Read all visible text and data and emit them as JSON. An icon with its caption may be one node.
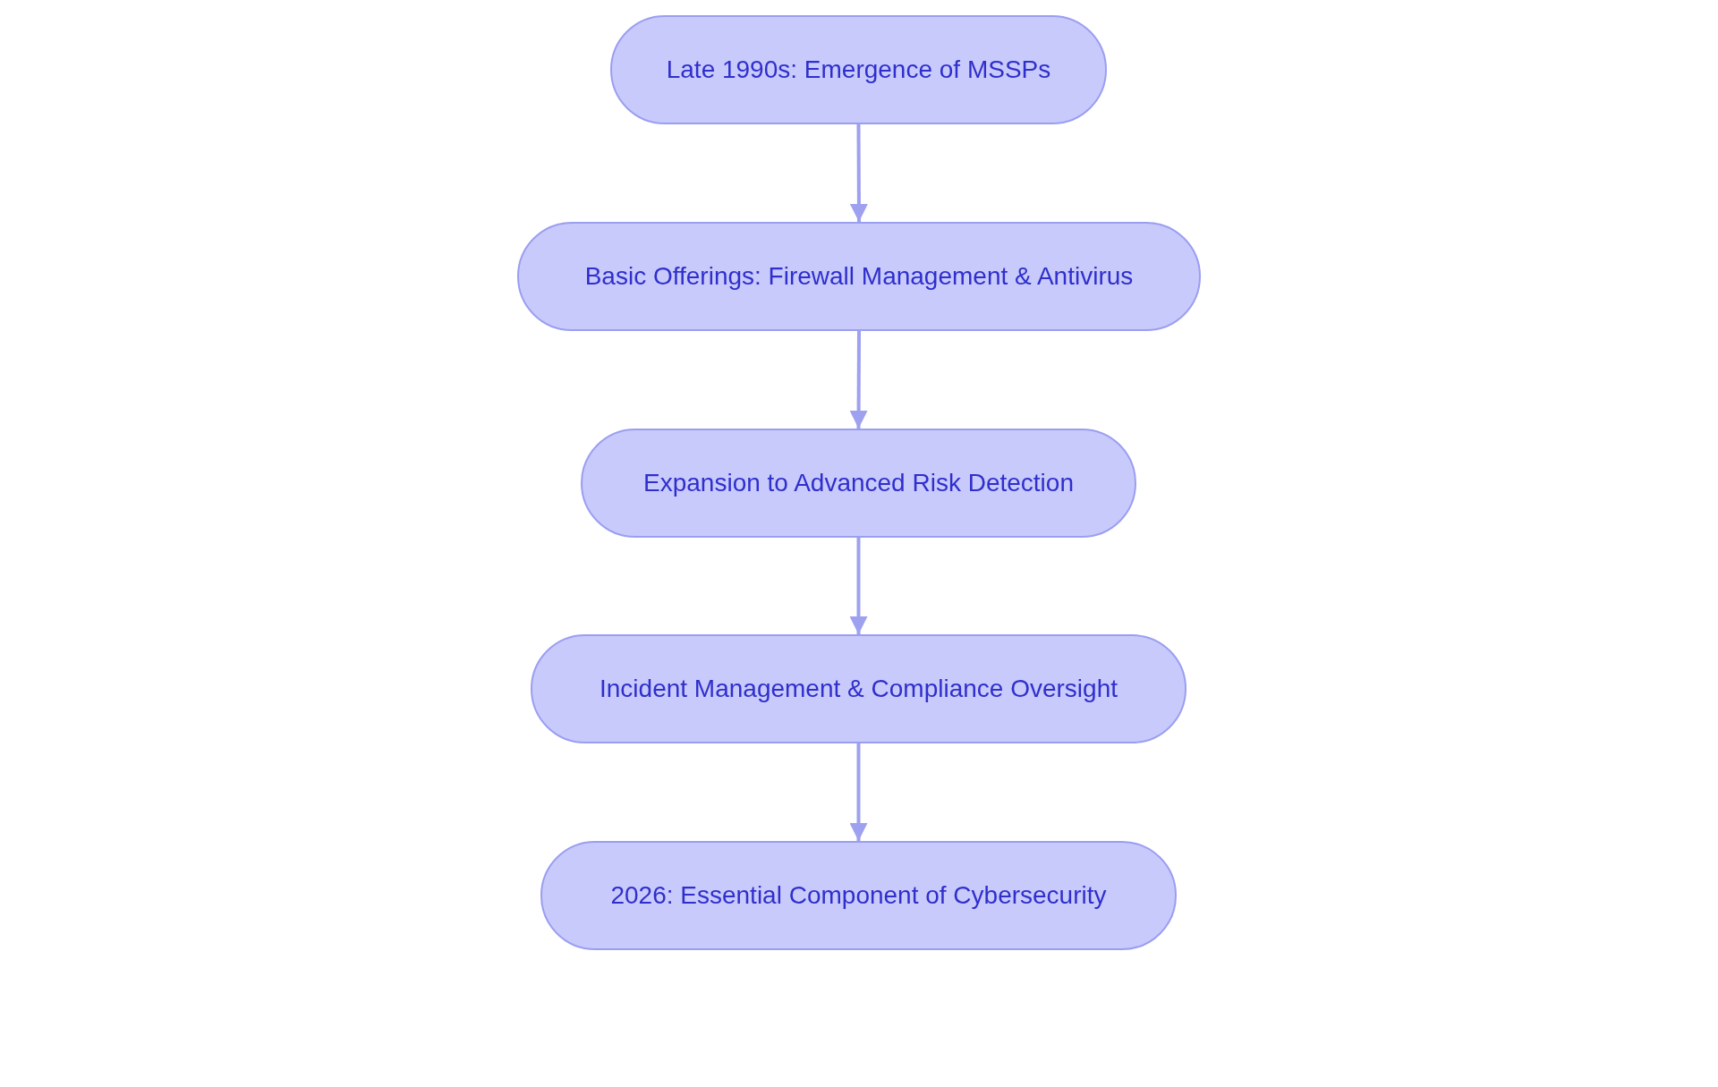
{
  "diagram": {
    "nodes": [
      {
        "text": [
          "Late 1990s: Emergence of MSSPs"
        ]
      },
      {
        "text": [
          "Basic Offerings: Firewall Management & Antivirus"
        ]
      },
      {
        "text": [
          "Expansion to Advanced Risk Detection"
        ]
      },
      {
        "text": [
          "Incident Management & Compliance Oversight"
        ]
      },
      {
        "text": [
          "2026: Essential Component of Cybersecurity"
        ]
      }
    ],
    "edges": [
      {
        "from": 0,
        "to": 1,
        "arrow": "to"
      },
      {
        "from": 1,
        "to": 2,
        "arrow": "to"
      },
      {
        "from": 2,
        "to": 3,
        "arrow": "to"
      },
      {
        "from": 3,
        "to": 4,
        "arrow": "to"
      }
    ]
  }
}
